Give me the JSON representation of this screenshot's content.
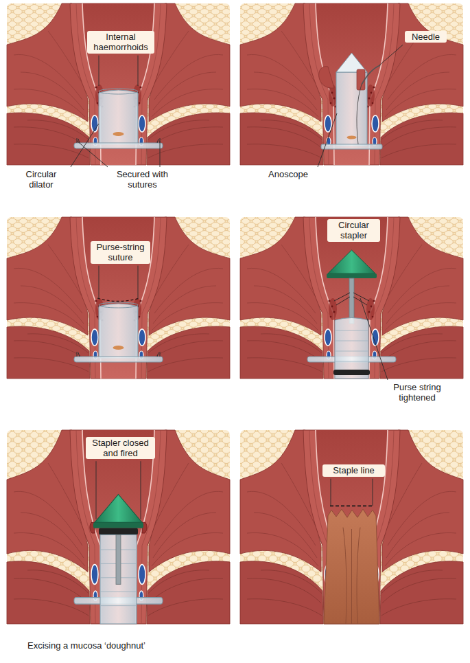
{
  "diagram": {
    "labels": [
      "Internal haemorrhoids",
      "Circular dilator",
      "Secured with sutures",
      "Needle",
      "Anoscope",
      "Purse-string suture",
      "Circular stapler",
      "Purse string tightened",
      "Stapler closed and fired",
      "Staple line",
      "Excising a mucosa ‘doughnut’"
    ]
  }
}
